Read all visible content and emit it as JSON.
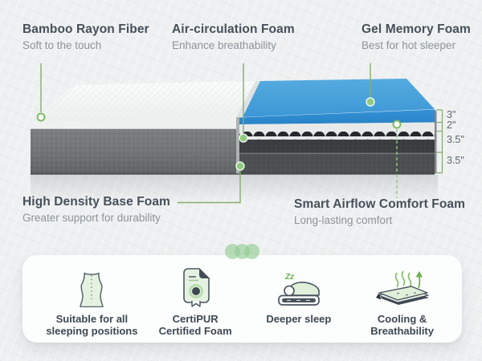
{
  "callouts": {
    "bamboo": {
      "title": "Bamboo Rayon Fiber",
      "subtitle": "Soft to the touch"
    },
    "air_circulation": {
      "title": "Air-circulation Foam",
      "subtitle": "Enhance breathability"
    },
    "gel_memory": {
      "title": "Gel Memory Foam",
      "subtitle": "Best for hot sleeper"
    },
    "high_density": {
      "title": "High Density Base Foam",
      "subtitle": "Greater support for durability"
    },
    "smart_airflow": {
      "title": "Smart Airflow Comfort Foam",
      "subtitle": "Long-lasting comfort"
    }
  },
  "layer_dimensions": {
    "gel_memory_foam": "3\"",
    "air_circulation_foam": "2\"",
    "smart_airflow_foam": "3.5\"",
    "base_foam": "3.5\""
  },
  "features": [
    {
      "icon": "back-spine-icon",
      "line1": "Suitable for all",
      "line2": "sleeping positions"
    },
    {
      "icon": "certipur-certificate-icon",
      "line1": "CertiPUR",
      "line2": "Certified Foam"
    },
    {
      "icon": "sleeping-person-icon",
      "line1": "Deeper sleep",
      "line2": "",
      "zz": "Zz"
    },
    {
      "icon": "breathable-layers-icon",
      "line1": "Cooling &",
      "line2": "Breathability"
    }
  ],
  "colors": {
    "accent_green": "#84ab6b",
    "marker_green": "#8fca7d",
    "gel_blue_top": "#4aa3dc",
    "gel_blue_front": "#2f8ed3",
    "cover_white": "#f6f7f7",
    "fabric_gray": "#6f7375",
    "airflow_dark": "#3a3e41",
    "base_gray": "#4b4f51",
    "heading_text": "#46505a",
    "subtitle_text": "#8d949a",
    "dimension_text": "#5d6871",
    "background": "#eef0f1",
    "card_bg": "#fcfdfd"
  }
}
